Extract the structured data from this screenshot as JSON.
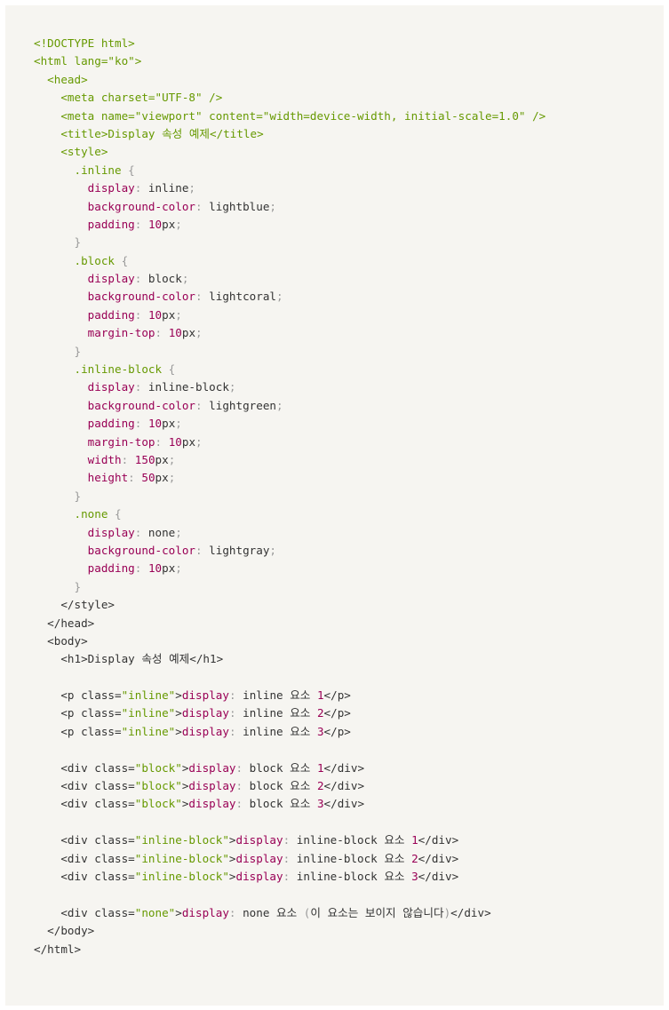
{
  "colors": {
    "panel_background": "#f6f5f1",
    "tag_green": "#669900",
    "property_magenta": "#990055",
    "punctuation_gray": "#999999",
    "plain_text": "#333333"
  },
  "code_lines": [
    [
      {
        "t": "<!DOCTYPE html>",
        "c": "tag"
      }
    ],
    [
      {
        "t": "<html lang=\"ko\">",
        "c": "tag"
      }
    ],
    [
      {
        "t": "  "
      },
      {
        "t": "<head>",
        "c": "tag"
      }
    ],
    [
      {
        "t": "    "
      },
      {
        "t": "<meta charset=\"UTF-8\" />",
        "c": "tag"
      }
    ],
    [
      {
        "t": "    "
      },
      {
        "t": "<meta name=\"viewport\" content=\"width=device-width, initial-scale=1.0\" />",
        "c": "tag"
      }
    ],
    [
      {
        "t": "    "
      },
      {
        "t": "<title>",
        "c": "tag"
      },
      {
        "t": "Display 속성 예제",
        "c": "tag"
      },
      {
        "t": "</title>",
        "c": "tag"
      }
    ],
    [
      {
        "t": "    "
      },
      {
        "t": "<style>",
        "c": "tag"
      }
    ],
    [
      {
        "t": "      "
      },
      {
        "t": ".inline",
        "c": "sel"
      },
      {
        "t": " {",
        "c": "punc"
      }
    ],
    [
      {
        "t": "        "
      },
      {
        "t": "display",
        "c": "prop"
      },
      {
        "t": ":",
        "c": "punc"
      },
      {
        "t": " inline",
        "c": "txt"
      },
      {
        "t": ";",
        "c": "punc"
      }
    ],
    [
      {
        "t": "        "
      },
      {
        "t": "background-color",
        "c": "prop"
      },
      {
        "t": ":",
        "c": "punc"
      },
      {
        "t": " lightblue",
        "c": "txt"
      },
      {
        "t": ";",
        "c": "punc"
      }
    ],
    [
      {
        "t": "        "
      },
      {
        "t": "padding",
        "c": "prop"
      },
      {
        "t": ":",
        "c": "punc"
      },
      {
        "t": " "
      },
      {
        "t": "10",
        "c": "num"
      },
      {
        "t": "px",
        "c": "txt"
      },
      {
        "t": ";",
        "c": "punc"
      }
    ],
    [
      {
        "t": "      "
      },
      {
        "t": "}",
        "c": "punc"
      }
    ],
    [
      {
        "t": "      "
      },
      {
        "t": ".block",
        "c": "sel"
      },
      {
        "t": " {",
        "c": "punc"
      }
    ],
    [
      {
        "t": "        "
      },
      {
        "t": "display",
        "c": "prop"
      },
      {
        "t": ":",
        "c": "punc"
      },
      {
        "t": " block",
        "c": "txt"
      },
      {
        "t": ";",
        "c": "punc"
      }
    ],
    [
      {
        "t": "        "
      },
      {
        "t": "background-color",
        "c": "prop"
      },
      {
        "t": ":",
        "c": "punc"
      },
      {
        "t": " lightcoral",
        "c": "txt"
      },
      {
        "t": ";",
        "c": "punc"
      }
    ],
    [
      {
        "t": "        "
      },
      {
        "t": "padding",
        "c": "prop"
      },
      {
        "t": ":",
        "c": "punc"
      },
      {
        "t": " "
      },
      {
        "t": "10",
        "c": "num"
      },
      {
        "t": "px",
        "c": "txt"
      },
      {
        "t": ";",
        "c": "punc"
      }
    ],
    [
      {
        "t": "        "
      },
      {
        "t": "margin-top",
        "c": "prop"
      },
      {
        "t": ":",
        "c": "punc"
      },
      {
        "t": " "
      },
      {
        "t": "10",
        "c": "num"
      },
      {
        "t": "px",
        "c": "txt"
      },
      {
        "t": ";",
        "c": "punc"
      }
    ],
    [
      {
        "t": "      "
      },
      {
        "t": "}",
        "c": "punc"
      }
    ],
    [
      {
        "t": "      "
      },
      {
        "t": ".inline-block",
        "c": "sel"
      },
      {
        "t": " {",
        "c": "punc"
      }
    ],
    [
      {
        "t": "        "
      },
      {
        "t": "display",
        "c": "prop"
      },
      {
        "t": ":",
        "c": "punc"
      },
      {
        "t": " inline-block",
        "c": "txt"
      },
      {
        "t": ";",
        "c": "punc"
      }
    ],
    [
      {
        "t": "        "
      },
      {
        "t": "background-color",
        "c": "prop"
      },
      {
        "t": ":",
        "c": "punc"
      },
      {
        "t": " lightgreen",
        "c": "txt"
      },
      {
        "t": ";",
        "c": "punc"
      }
    ],
    [
      {
        "t": "        "
      },
      {
        "t": "padding",
        "c": "prop"
      },
      {
        "t": ":",
        "c": "punc"
      },
      {
        "t": " "
      },
      {
        "t": "10",
        "c": "num"
      },
      {
        "t": "px",
        "c": "txt"
      },
      {
        "t": ";",
        "c": "punc"
      }
    ],
    [
      {
        "t": "        "
      },
      {
        "t": "margin-top",
        "c": "prop"
      },
      {
        "t": ":",
        "c": "punc"
      },
      {
        "t": " "
      },
      {
        "t": "10",
        "c": "num"
      },
      {
        "t": "px",
        "c": "txt"
      },
      {
        "t": ";",
        "c": "punc"
      }
    ],
    [
      {
        "t": "        "
      },
      {
        "t": "width",
        "c": "prop"
      },
      {
        "t": ":",
        "c": "punc"
      },
      {
        "t": " "
      },
      {
        "t": "150",
        "c": "num"
      },
      {
        "t": "px",
        "c": "txt"
      },
      {
        "t": ";",
        "c": "punc"
      }
    ],
    [
      {
        "t": "        "
      },
      {
        "t": "height",
        "c": "prop"
      },
      {
        "t": ":",
        "c": "punc"
      },
      {
        "t": " "
      },
      {
        "t": "50",
        "c": "num"
      },
      {
        "t": "px",
        "c": "txt"
      },
      {
        "t": ";",
        "c": "punc"
      }
    ],
    [
      {
        "t": "      "
      },
      {
        "t": "}",
        "c": "punc"
      }
    ],
    [
      {
        "t": "      "
      },
      {
        "t": ".none",
        "c": "sel"
      },
      {
        "t": " {",
        "c": "punc"
      }
    ],
    [
      {
        "t": "        "
      },
      {
        "t": "display",
        "c": "prop"
      },
      {
        "t": ":",
        "c": "punc"
      },
      {
        "t": " none",
        "c": "txt"
      },
      {
        "t": ";",
        "c": "punc"
      }
    ],
    [
      {
        "t": "        "
      },
      {
        "t": "background-color",
        "c": "prop"
      },
      {
        "t": ":",
        "c": "punc"
      },
      {
        "t": " lightgray",
        "c": "txt"
      },
      {
        "t": ";",
        "c": "punc"
      }
    ],
    [
      {
        "t": "        "
      },
      {
        "t": "padding",
        "c": "prop"
      },
      {
        "t": ":",
        "c": "punc"
      },
      {
        "t": " "
      },
      {
        "t": "10",
        "c": "num"
      },
      {
        "t": "px",
        "c": "txt"
      },
      {
        "t": ";",
        "c": "punc"
      }
    ],
    [
      {
        "t": "      "
      },
      {
        "t": "}",
        "c": "punc"
      }
    ],
    [
      {
        "t": "    "
      },
      {
        "t": "</style>",
        "c": "txt"
      }
    ],
    [
      {
        "t": "  "
      },
      {
        "t": "</head>",
        "c": "txt"
      }
    ],
    [
      {
        "t": "  "
      },
      {
        "t": "<body>",
        "c": "txt"
      }
    ],
    [
      {
        "t": "    "
      },
      {
        "t": "<h1>Display 속성 예제</h1>",
        "c": "txt"
      }
    ],
    [
      {
        "t": ""
      }
    ],
    [
      {
        "t": "    "
      },
      {
        "t": "<p class=",
        "c": "txt"
      },
      {
        "t": "\"inline\"",
        "c": "str"
      },
      {
        "t": ">",
        "c": "txt"
      },
      {
        "t": "display",
        "c": "prop"
      },
      {
        "t": ":",
        "c": "punc"
      },
      {
        "t": " inline 요소 ",
        "c": "txt"
      },
      {
        "t": "1",
        "c": "num"
      },
      {
        "t": "</p>",
        "c": "txt"
      }
    ],
    [
      {
        "t": "    "
      },
      {
        "t": "<p class=",
        "c": "txt"
      },
      {
        "t": "\"inline\"",
        "c": "str"
      },
      {
        "t": ">",
        "c": "txt"
      },
      {
        "t": "display",
        "c": "prop"
      },
      {
        "t": ":",
        "c": "punc"
      },
      {
        "t": " inline 요소 ",
        "c": "txt"
      },
      {
        "t": "2",
        "c": "num"
      },
      {
        "t": "</p>",
        "c": "txt"
      }
    ],
    [
      {
        "t": "    "
      },
      {
        "t": "<p class=",
        "c": "txt"
      },
      {
        "t": "\"inline\"",
        "c": "str"
      },
      {
        "t": ">",
        "c": "txt"
      },
      {
        "t": "display",
        "c": "prop"
      },
      {
        "t": ":",
        "c": "punc"
      },
      {
        "t": " inline 요소 ",
        "c": "txt"
      },
      {
        "t": "3",
        "c": "num"
      },
      {
        "t": "</p>",
        "c": "txt"
      }
    ],
    [
      {
        "t": ""
      }
    ],
    [
      {
        "t": "    "
      },
      {
        "t": "<div class=",
        "c": "txt"
      },
      {
        "t": "\"block\"",
        "c": "str"
      },
      {
        "t": ">",
        "c": "txt"
      },
      {
        "t": "display",
        "c": "prop"
      },
      {
        "t": ":",
        "c": "punc"
      },
      {
        "t": " block 요소 ",
        "c": "txt"
      },
      {
        "t": "1",
        "c": "num"
      },
      {
        "t": "</div>",
        "c": "txt"
      }
    ],
    [
      {
        "t": "    "
      },
      {
        "t": "<div class=",
        "c": "txt"
      },
      {
        "t": "\"block\"",
        "c": "str"
      },
      {
        "t": ">",
        "c": "txt"
      },
      {
        "t": "display",
        "c": "prop"
      },
      {
        "t": ":",
        "c": "punc"
      },
      {
        "t": " block 요소 ",
        "c": "txt"
      },
      {
        "t": "2",
        "c": "num"
      },
      {
        "t": "</div>",
        "c": "txt"
      }
    ],
    [
      {
        "t": "    "
      },
      {
        "t": "<div class=",
        "c": "txt"
      },
      {
        "t": "\"block\"",
        "c": "str"
      },
      {
        "t": ">",
        "c": "txt"
      },
      {
        "t": "display",
        "c": "prop"
      },
      {
        "t": ":",
        "c": "punc"
      },
      {
        "t": " block 요소 ",
        "c": "txt"
      },
      {
        "t": "3",
        "c": "num"
      },
      {
        "t": "</div>",
        "c": "txt"
      }
    ],
    [
      {
        "t": ""
      }
    ],
    [
      {
        "t": "    "
      },
      {
        "t": "<div class=",
        "c": "txt"
      },
      {
        "t": "\"inline-block\"",
        "c": "str"
      },
      {
        "t": ">",
        "c": "txt"
      },
      {
        "t": "display",
        "c": "prop"
      },
      {
        "t": ":",
        "c": "punc"
      },
      {
        "t": " inline-block 요소 ",
        "c": "txt"
      },
      {
        "t": "1",
        "c": "num"
      },
      {
        "t": "</div>",
        "c": "txt"
      }
    ],
    [
      {
        "t": "    "
      },
      {
        "t": "<div class=",
        "c": "txt"
      },
      {
        "t": "\"inline-block\"",
        "c": "str"
      },
      {
        "t": ">",
        "c": "txt"
      },
      {
        "t": "display",
        "c": "prop"
      },
      {
        "t": ":",
        "c": "punc"
      },
      {
        "t": " inline-block 요소 ",
        "c": "txt"
      },
      {
        "t": "2",
        "c": "num"
      },
      {
        "t": "</div>",
        "c": "txt"
      }
    ],
    [
      {
        "t": "    "
      },
      {
        "t": "<div class=",
        "c": "txt"
      },
      {
        "t": "\"inline-block\"",
        "c": "str"
      },
      {
        "t": ">",
        "c": "txt"
      },
      {
        "t": "display",
        "c": "prop"
      },
      {
        "t": ":",
        "c": "punc"
      },
      {
        "t": " inline-block 요소 ",
        "c": "txt"
      },
      {
        "t": "3",
        "c": "num"
      },
      {
        "t": "</div>",
        "c": "txt"
      }
    ],
    [
      {
        "t": ""
      }
    ],
    [
      {
        "t": "    "
      },
      {
        "t": "<div class=",
        "c": "txt"
      },
      {
        "t": "\"none\"",
        "c": "str"
      },
      {
        "t": ">",
        "c": "txt"
      },
      {
        "t": "display",
        "c": "prop"
      },
      {
        "t": ":",
        "c": "punc"
      },
      {
        "t": " none 요소 ",
        "c": "txt"
      },
      {
        "t": "(",
        "c": "punc"
      },
      {
        "t": "이 요소는 보이지 않습니다",
        "c": "txt"
      },
      {
        "t": ")",
        "c": "punc"
      },
      {
        "t": "</div>",
        "c": "txt"
      }
    ],
    [
      {
        "t": "  "
      },
      {
        "t": "</body>",
        "c": "txt"
      }
    ],
    [
      {
        "t": "</html>",
        "c": "txt"
      }
    ]
  ]
}
